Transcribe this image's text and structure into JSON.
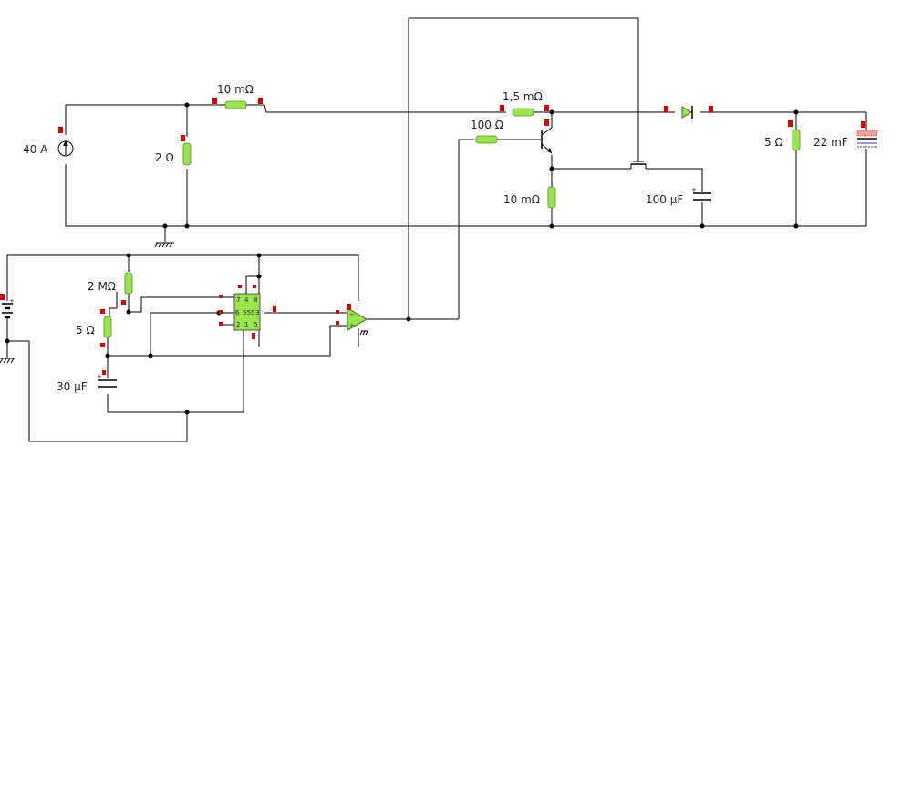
{
  "colors": {
    "wire": "#000000",
    "component_fill": "#99e64c",
    "probe_marker": "#dd0000",
    "capacitor_plate_accent": "#3333cc",
    "background": "#ffffff"
  },
  "components": {
    "current_source": {
      "label": "40 A",
      "icon": "current-source-icon"
    },
    "r_2ohm": {
      "label": "2 Ω",
      "icon": "resistor-icon"
    },
    "r_10mohm_top": {
      "label": "10 mΩ",
      "icon": "resistor-icon"
    },
    "r_1_5mohm": {
      "label": "1,5 mΩ",
      "icon": "resistor-icon"
    },
    "r_100ohm": {
      "label": "100 Ω",
      "icon": "resistor-icon"
    },
    "transistor": {
      "icon": "npn-transistor-icon"
    },
    "r_10mohm_emitter": {
      "label": "10 mΩ",
      "icon": "resistor-icon"
    },
    "mosfet_switch": {
      "icon": "switch-icon"
    },
    "c_100uf": {
      "label": "100 µF",
      "icon": "capacitor-icon"
    },
    "diode": {
      "icon": "diode-icon"
    },
    "r_5ohm_right": {
      "label": "5 Ω",
      "icon": "resistor-icon"
    },
    "c_22mf": {
      "label": "22 mF",
      "icon": "capacitor-icon"
    },
    "r_2mohm": {
      "label": "2 MΩ",
      "icon": "resistor-icon"
    },
    "r_5ohm_left": {
      "label": "5 Ω",
      "icon": "resistor-icon"
    },
    "c_30uf": {
      "label": "30 µF",
      "icon": "capacitor-icon"
    },
    "timer_555": {
      "name": "555",
      "pins_top": [
        "7",
        "4",
        "8"
      ],
      "pin_left_mid": "6",
      "pin_right_mid": "3",
      "pins_bottom": [
        "2",
        "1",
        "5"
      ],
      "icon": "ic-555-icon"
    },
    "opamp": {
      "minus": "−",
      "plus": "+",
      "icon": "opamp-icon"
    },
    "battery": {
      "plus": "+",
      "icon": "battery-icon"
    },
    "ground_main": {
      "icon": "ground-icon"
    },
    "ground_left": {
      "icon": "ground-icon"
    },
    "ground_opamp": {
      "icon": "ground-icon"
    }
  }
}
